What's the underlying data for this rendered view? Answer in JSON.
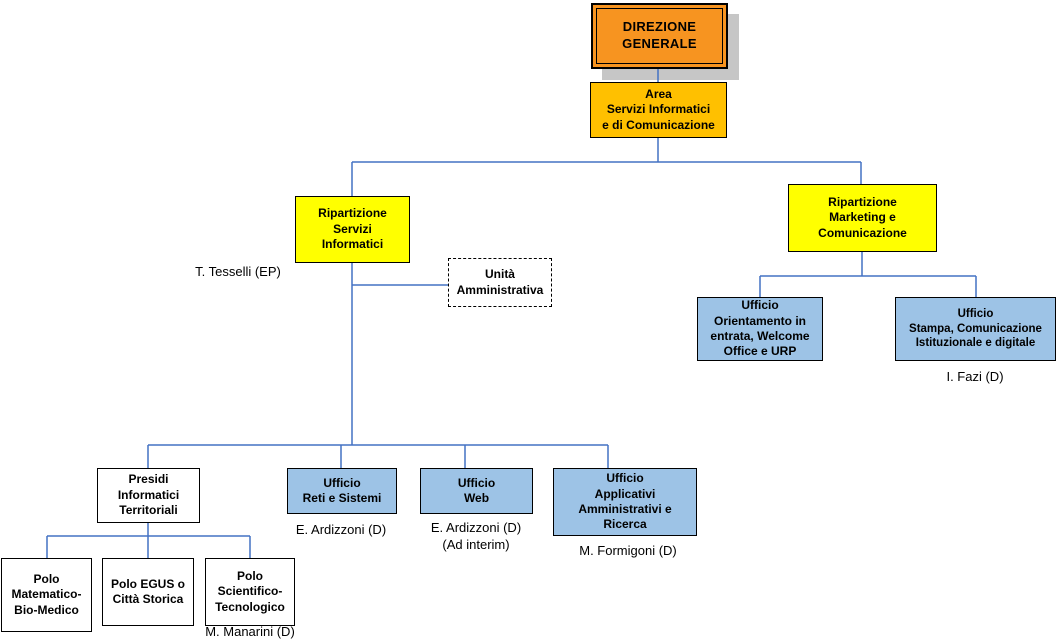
{
  "diagram": {
    "type": "organizational-chart",
    "nodes": {
      "direzione_generale": {
        "label": "DIREZIONE\nGENERALE"
      },
      "area_servizi": {
        "label": "Area\nServizi Informatici\ne  di Comunicazione"
      },
      "rip_servizi": {
        "label": "Ripartizione\nServizi\nInformatici"
      },
      "unita_amministrativa": {
        "label": "Unità\nAmministrativa"
      },
      "rip_marketing": {
        "label": "Ripartizione\nMarketing e\nComunicazione"
      },
      "uff_orientamento": {
        "label": "Ufficio\nOrientamento in\nentrata, Welcome\nOffice e URP"
      },
      "uff_stampa": {
        "label": "Ufficio\nStampa, Comunicazione\nIstituzionale e digitale"
      },
      "presidi": {
        "label": "Presidi\nInformatici\nTerritoriali"
      },
      "uff_reti": {
        "label": "Ufficio\nReti e Sistemi"
      },
      "uff_web": {
        "label": "Ufficio\nWeb"
      },
      "uff_applicativi": {
        "label": "Ufficio\nApplicativi\nAmministrativi e\nRicerca"
      },
      "polo_matematico": {
        "label": "Polo\nMatematico-\nBio-Medico"
      },
      "polo_egus": {
        "label": "Polo EGUS o\nCittà Storica"
      },
      "polo_scientifico": {
        "label": "Polo\nScientifico-\nTecnologico"
      }
    },
    "labels": {
      "tesselli": "T. Tesselli (EP)",
      "fazi": "I. Fazi (D)",
      "ardizzoni_reti": "E. Ardizzoni (D)",
      "ardizzoni_web": "E. Ardizzoni (D)\n(Ad interim)",
      "formigoni": "M. Formigoni (D)",
      "manarini": "M. Manarini (D)"
    },
    "hierarchy": [
      {
        "parent": "direzione_generale",
        "children": [
          "area_servizi"
        ]
      },
      {
        "parent": "area_servizi",
        "children": [
          "rip_servizi",
          "rip_marketing"
        ]
      },
      {
        "parent": "rip_servizi",
        "children": [
          "unita_amministrativa",
          "presidi",
          "uff_reti",
          "uff_web",
          "uff_applicativi"
        ]
      },
      {
        "parent": "rip_marketing",
        "children": [
          "uff_orientamento",
          "uff_stampa"
        ]
      },
      {
        "parent": "presidi",
        "children": [
          "polo_matematico",
          "polo_egus",
          "polo_scientifico"
        ]
      }
    ],
    "colors": {
      "connector": "#4472C4",
      "box_orange": "#F79420",
      "box_gold": "#FFC000",
      "box_yellow": "#FFFF00",
      "box_blue": "#9DC3E6",
      "box_white": "#FFFFFF",
      "shadow_gray": "#C6C6C6"
    }
  }
}
